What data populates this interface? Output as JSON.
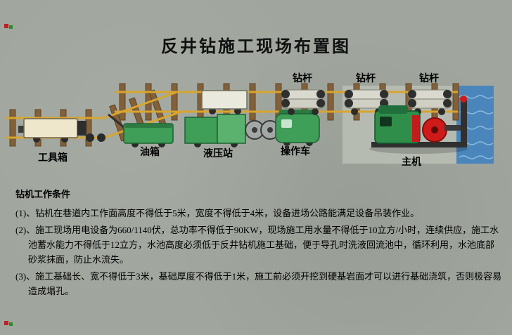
{
  "page": {
    "title": "反井钻施工现场布置图"
  },
  "equipment_labels": {
    "drill_rod_1": "钻杆",
    "drill_rod_2": "钻杆",
    "drill_rod_3": "钻杆",
    "tool_box": "工具箱",
    "oil_tank": "油箱",
    "hydraulic_station": "液压站",
    "operation_car": "操作车",
    "main_machine": "主机"
  },
  "notes": {
    "heading": "钻机工作条件",
    "items": [
      {
        "no": "(1)、",
        "text": "钻机在巷道内工作面高度不得低于5米，宽度不得低于4米，设备进场公路能满足设备吊装作业。"
      },
      {
        "no": "(2)、",
        "text": "施工现场用电设备为660/1140伏，总功率不得低于90KW，现场施工用水量不得低于10立方/小时，连续供应，施工水池蓄水能力不得低于12立方，水池高度必须低于反井钻机施工基础，便于导孔时洗液回流池中，循环利用，水池底部砂浆抹面，防止水流失。"
      },
      {
        "no": "(3)、",
        "text": "施工基础长、宽不得低于3米，基础厚度不得低于1米，施工前必须开挖到硬基岩面才可以进行基础浇筑，否则极容易造成塌孔。"
      }
    ]
  },
  "colors": {
    "background": "#a0a69e",
    "rail": "#d8a52f",
    "sleeper": "#82603a",
    "tool_box": "#efe7cc",
    "equipment_green": "#3f9e58",
    "concrete_pad": "#b6bbb2",
    "water": "#4a86bb",
    "machine_red": "#cf1a1a"
  }
}
